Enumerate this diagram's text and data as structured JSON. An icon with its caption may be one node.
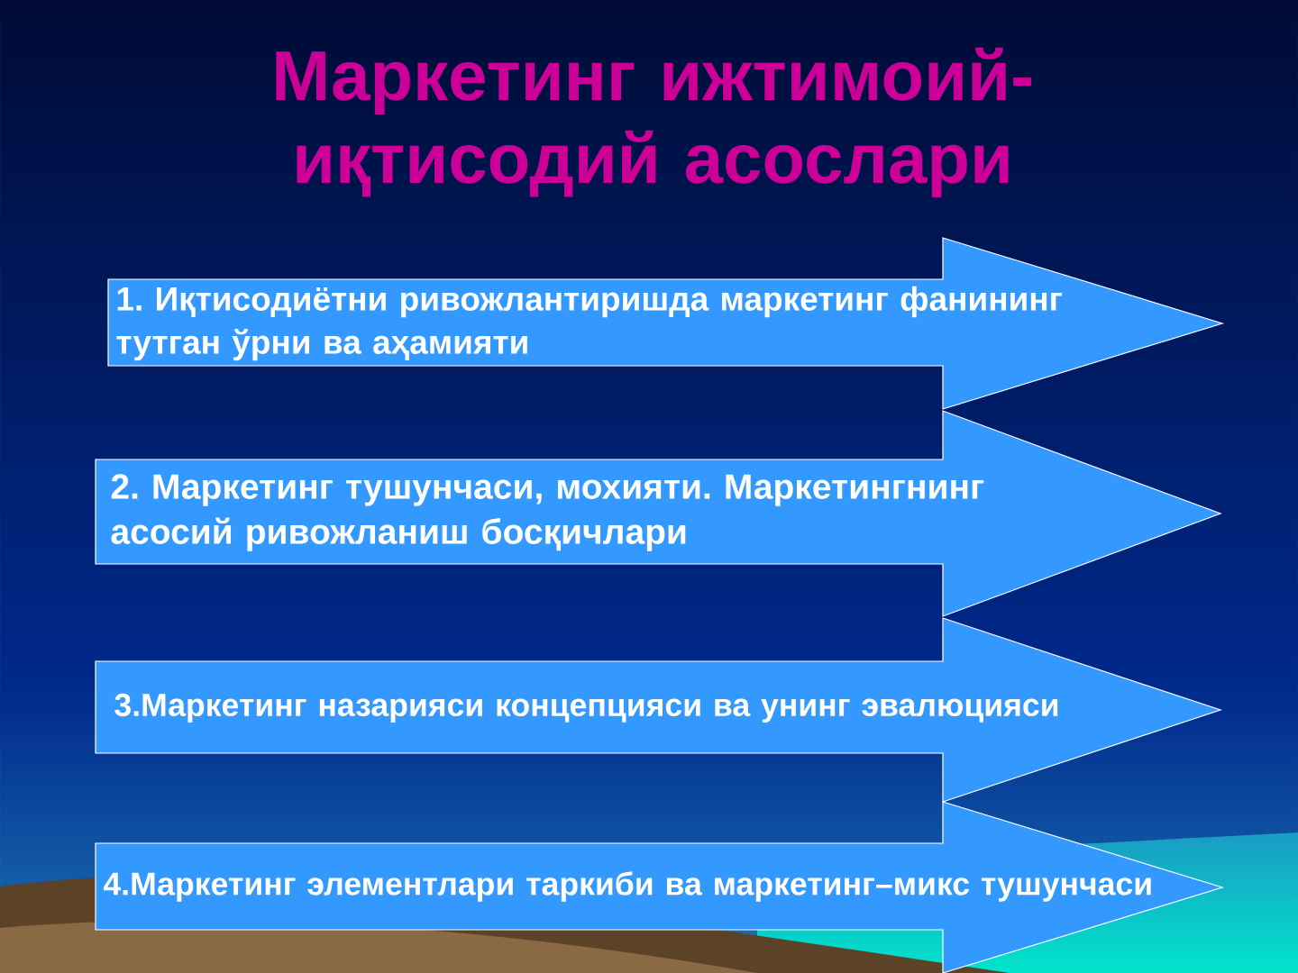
{
  "diagram": {
    "title": "Маркетинг ижтимоий-иқтисодий асослари",
    "nodes": [
      {
        "text": [
          "1. Иқтисодиётни ривожлантиришда маркетинг фанининг тутган ўрни ва аҳамияти"
        ]
      },
      {
        "text": [
          "2. Маркетинг тушунчаси, мохияти. Маркетингнинг асосий ривожланиш босқичлари"
        ]
      },
      {
        "text": [
          "3.Маркетинг назарияси концепцияси ва унинг эвалюцияси"
        ]
      },
      {
        "text": [
          "4.Маркетинг элементлари таркиби ва маркетинг–микс тушунчаси"
        ]
      }
    ]
  }
}
